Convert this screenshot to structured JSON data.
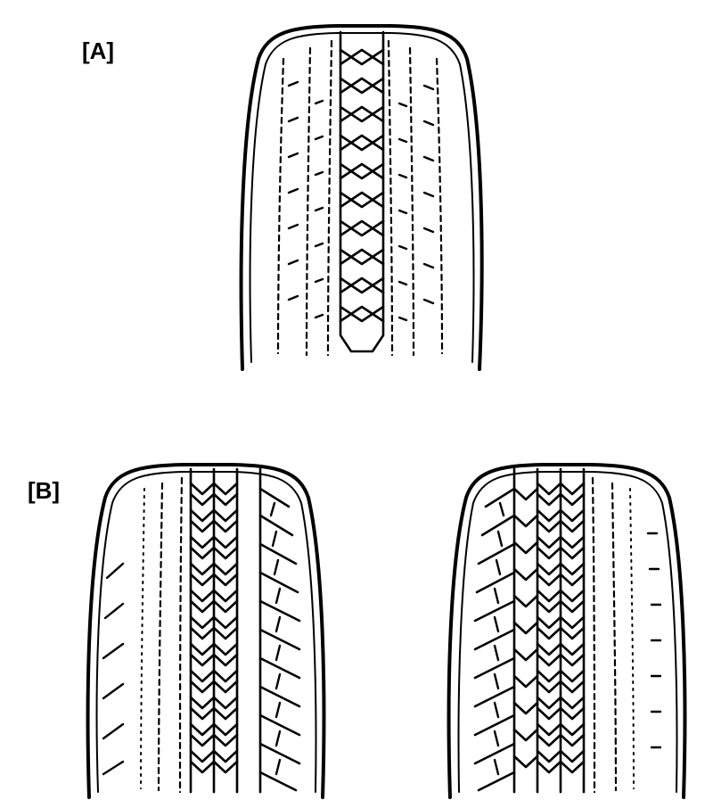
{
  "figure": {
    "label_a": "[A]",
    "label_b": "[B]"
  },
  "colors": {
    "line": "#000000",
    "background": "#ffffff"
  },
  "tires": [
    {
      "id": "tire-a",
      "group": "[A]",
      "pattern": "symmetric-center-rib"
    },
    {
      "id": "tire-b-left",
      "group": "[B]",
      "pattern": "asymmetric-block-right"
    },
    {
      "id": "tire-b-right",
      "group": "[B]",
      "pattern": "asymmetric-block-left"
    }
  ]
}
